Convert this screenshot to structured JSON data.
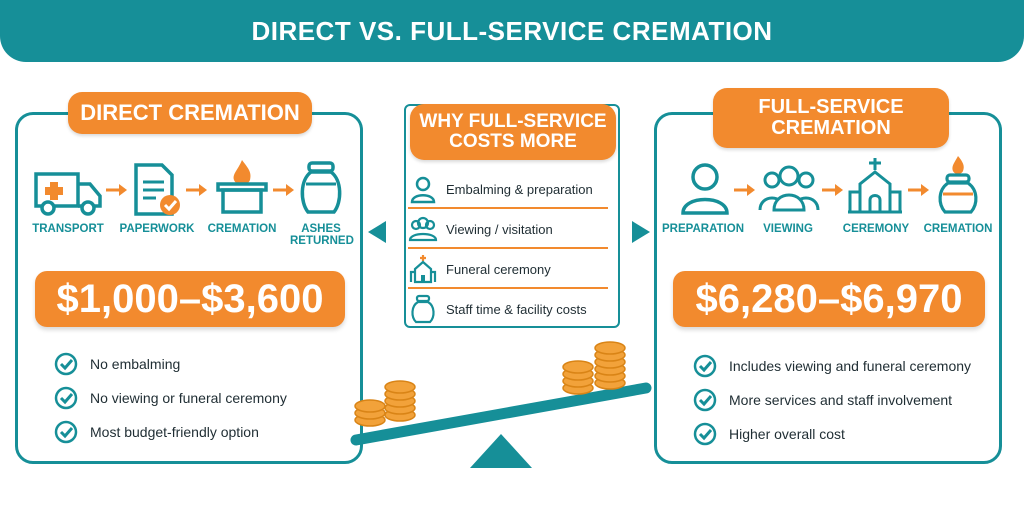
{
  "title": "DIRECT VS. FULL-SERVICE CREMATION",
  "direct": {
    "heading": "DIRECT CREMATION",
    "steps": [
      {
        "label": "TRANSPORT",
        "icon": "ambulance-icon"
      },
      {
        "label": "PAPERWORK",
        "icon": "paperwork-icon"
      },
      {
        "label": "CREMATION",
        "icon": "cremation-flame-icon"
      },
      {
        "label": "ASHES RETURNED",
        "icon": "urn-icon"
      }
    ],
    "price": "$1,000–$3,600",
    "points": [
      "No embalming",
      "No viewing or funeral ceremony",
      "Most budget-friendly option"
    ]
  },
  "why": {
    "heading": "WHY FULL-SERVICE COSTS MORE",
    "items": [
      {
        "label": "Embalming & preparation",
        "icon": "person-icon"
      },
      {
        "label": "Viewing / visitation",
        "icon": "group-icon"
      },
      {
        "label": "Funeral ceremony",
        "icon": "church-icon"
      },
      {
        "label": "Staff time & facility costs",
        "icon": "urn-icon"
      }
    ]
  },
  "full": {
    "heading": "FULL-SERVICE CREMATION",
    "steps": [
      {
        "label": "PREPARATION",
        "icon": "person-icon"
      },
      {
        "label": "VIEWING",
        "icon": "group-icon"
      },
      {
        "label": "CEREMONY",
        "icon": "church-icon"
      },
      {
        "label": "CREMATION",
        "icon": "urn-flame-icon"
      }
    ],
    "price": "$6,280–$6,970",
    "points": [
      "Includes viewing and funeral ceremony",
      "More services and staff involvement",
      "Higher overall cost"
    ]
  },
  "colors": {
    "teal": "#168f98",
    "orange": "#f28a2e",
    "coin": "#f2a23a"
  }
}
